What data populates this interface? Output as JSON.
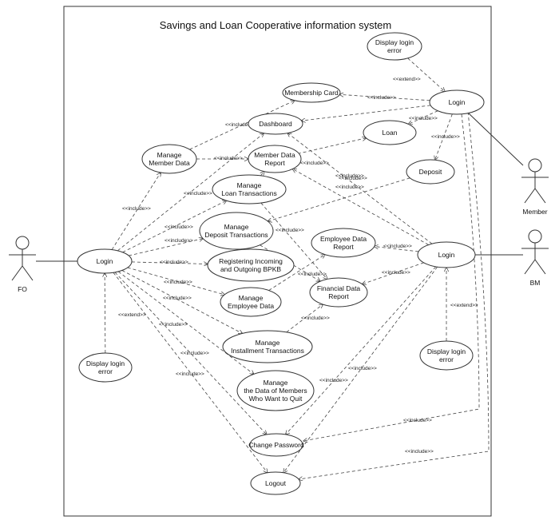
{
  "title": "Savings and Loan Cooperative information system",
  "actors": {
    "fo": "FO",
    "member": "Member",
    "bm": "BM"
  },
  "use_cases": {
    "display_login_error_top": [
      "Display login",
      "error"
    ],
    "membership_card": [
      "Membership Card"
    ],
    "login_member": [
      "Login"
    ],
    "dashboard": [
      "Dashboard"
    ],
    "loan": [
      "Loan"
    ],
    "manage_member_data": [
      "Manage",
      "Member Data"
    ],
    "member_data_report": [
      "Member Data",
      "Report"
    ],
    "deposit": [
      "Deposit"
    ],
    "manage_loan_transactions": [
      "Manage",
      "Loan Transactions"
    ],
    "manage_deposit_transactions": [
      "Manage",
      "Deposit Transactions"
    ],
    "employee_data_report": [
      "Employee Data",
      "Report"
    ],
    "login_fo": [
      "Login"
    ],
    "registering_bpkb": [
      "Registering Incoming",
      "and Outgoing BPKB"
    ],
    "login_bm": [
      "Login"
    ],
    "manage_employee_data": [
      "Manage",
      "Employee Data"
    ],
    "financial_data_report": [
      "Financial Data",
      "Report"
    ],
    "manage_installment_transactions": [
      "Manage",
      "Installment Transactions"
    ],
    "display_login_error_left": [
      "Display login",
      "error"
    ],
    "display_login_error_right": [
      "Display login",
      "error"
    ],
    "manage_quit_members": [
      "Manage",
      "the Data of Members",
      "Who Want to Quit"
    ],
    "change_password": [
      "Change Password"
    ],
    "logout": [
      "Logout"
    ]
  },
  "labels": {
    "include": "<<include>>",
    "extend": "<<extend>>"
  }
}
